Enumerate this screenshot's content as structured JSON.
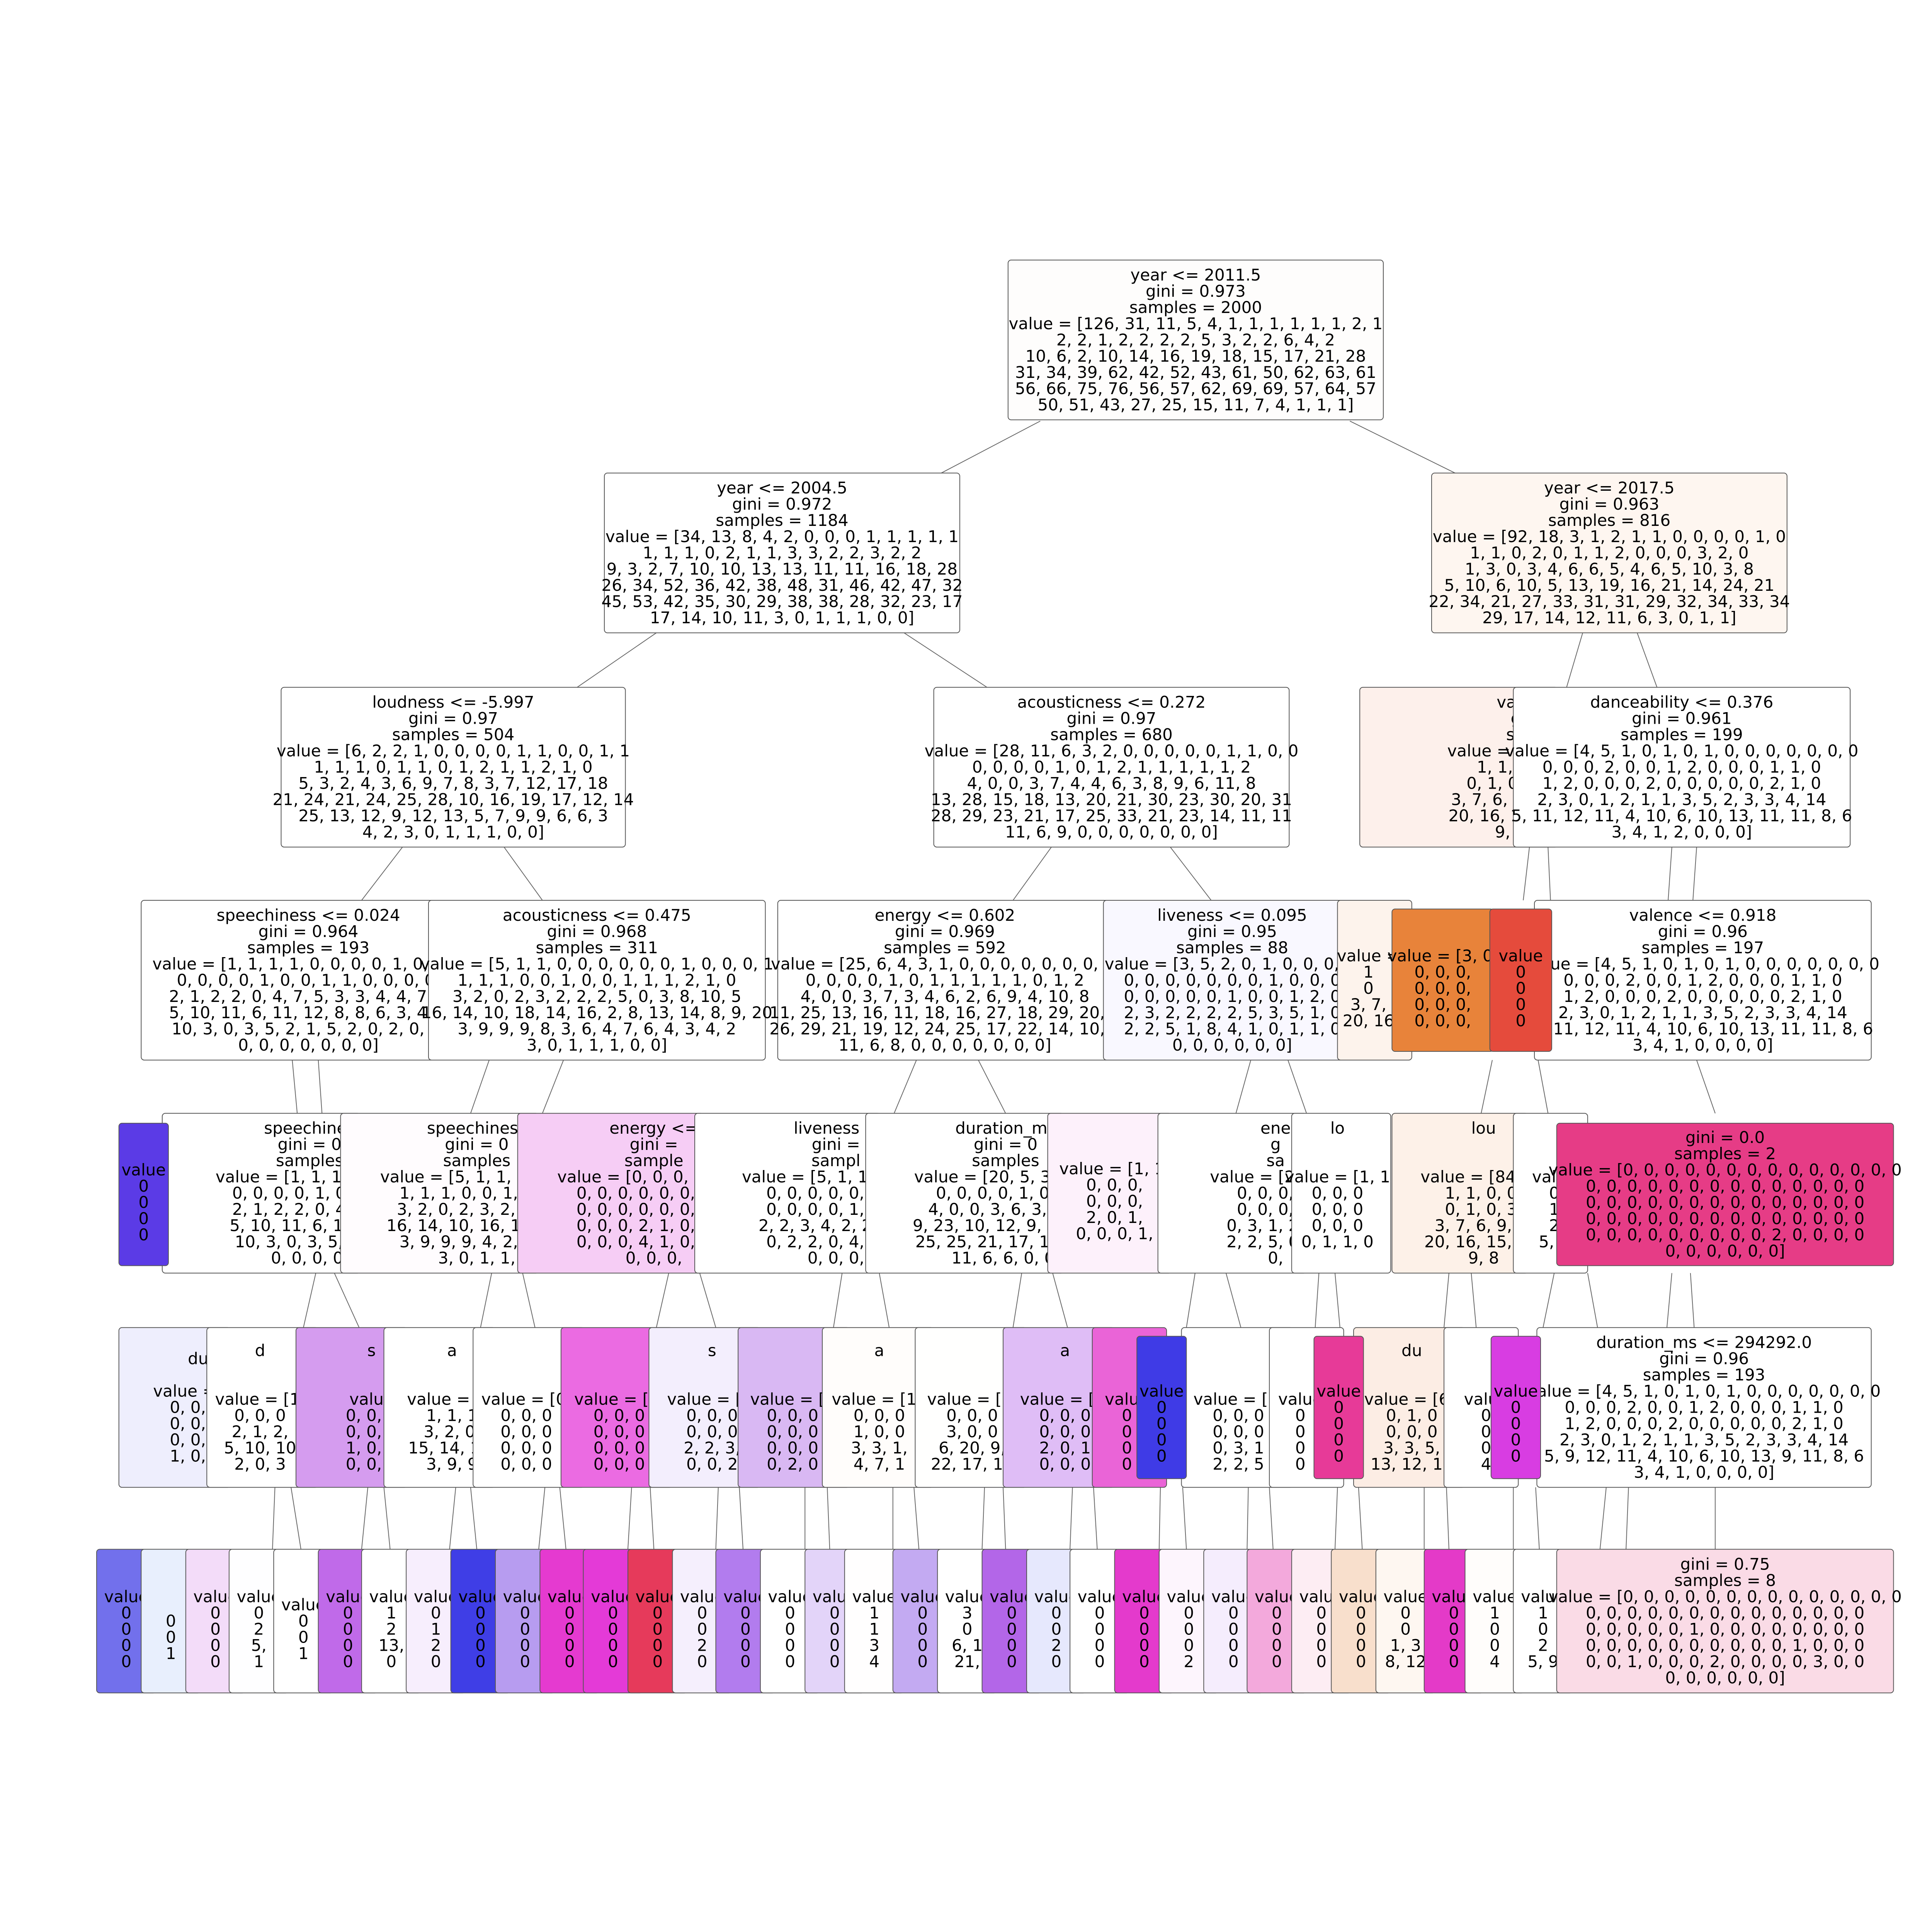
{
  "nodes": [
    {
      "id": "n0",
      "color": "#fefdfc",
      "lines": [
        "year <= 2011.5",
        "gini = 0.973",
        "samples = 2000",
        "value = [126, 31, 11, 5, 4, 1, 1, 1, 1, 1, 1, 2, 1",
        "2, 2, 1, 2, 2, 2, 2, 5, 3, 2, 2, 6, 4, 2",
        "10, 6, 2, 10, 14, 16, 19, 18, 15, 17, 21, 28",
        "31, 34, 39, 62, 42, 52, 43, 61, 50, 62, 63, 61",
        "56, 66, 75, 76, 56, 57, 62, 69, 69, 57, 64, 57",
        "50, 51, 43, 27, 25, 15, 11, 7, 4, 1, 1, 1]"
      ]
    },
    {
      "id": "n1",
      "color": "#ffffff",
      "lines": [
        "year <= 2004.5",
        "gini = 0.972",
        "samples = 1184",
        "value = [34, 13, 8, 4, 2, 0, 0, 0, 1, 1, 1, 1, 1",
        "1, 1, 1, 0, 2, 1, 1, 3, 3, 2, 2, 3, 2, 2",
        "9, 3, 2, 7, 10, 10, 13, 13, 11, 11, 16, 18, 28",
        "26, 34, 52, 36, 42, 38, 48, 31, 46, 42, 47, 32",
        "45, 53, 42, 35, 30, 29, 38, 38, 28, 32, 23, 17",
        "17, 14, 10, 11, 3, 0, 1, 1, 1, 0, 0]"
      ]
    },
    {
      "id": "n2",
      "color": "#fef6f0",
      "lines": [
        "year <= 2017.5",
        "gini = 0.963",
        "samples = 816",
        "value = [92, 18, 3, 1, 2, 1, 1, 0, 0, 0, 0, 1, 0",
        "1, 1, 0, 2, 0, 1, 1, 2, 0, 0, 0, 3, 2, 0",
        "1, 3, 0, 3, 4, 6, 6, 5, 4, 6, 5, 10, 3, 8",
        "5, 10, 6, 10, 5, 13, 19, 16, 21, 14, 24, 21",
        "22, 34, 21, 27, 33, 31, 31, 29, 32, 34, 33, 34",
        "29, 17, 14, 12, 11, 6, 3, 0, 1, 1]"
      ]
    },
    {
      "id": "n3",
      "color": "#ffffff",
      "lines": [
        "loudness <= -5.997",
        "gini = 0.97",
        "samples = 504",
        "value = [6, 2, 2, 1, 0, 0, 0, 0, 1, 1, 0, 0, 1, 1",
        "1, 1, 1, 0, 1, 1, 0, 1, 2, 1, 1, 2, 1, 0",
        "5, 3, 2, 4, 3, 6, 9, 7, 8, 3, 7, 12, 17, 18",
        "21, 24, 21, 24, 25, 28, 10, 16, 19, 17, 12, 14",
        "25, 13, 12, 9, 12, 13, 5, 7, 9, 9, 6, 6, 3",
        "4, 2, 3, 0, 1, 1, 1, 0, 0]"
      ]
    },
    {
      "id": "n4",
      "color": "#ffffff",
      "lines": [
        "acousticness <= 0.272",
        "gini = 0.97",
        "samples = 680",
        "value = [28, 11, 6, 3, 2, 0, 0, 0, 0, 0, 1, 1, 0, 0",
        "0, 0, 0, 0, 1, 0, 1, 2, 1, 1, 1, 1, 1, 2",
        "4, 0, 0, 3, 7, 4, 4, 6, 3, 8, 9, 6, 11, 8",
        "13, 28, 15, 18, 13, 20, 21, 30, 23, 30, 20, 31",
        "28, 29, 23, 21, 17, 25, 33, 21, 23, 14, 11, 11",
        "11, 6, 9, 0, 0, 0, 0, 0, 0, 0]"
      ]
    },
    {
      "id": "n5",
      "color": "#fdf0eb",
      "lines": [
        "valenc",
        "gin",
        "sam",
        "value = [88, 13, 2,",
        "1, 1, 0, 0, 1",
        "0, 1, 0, 3, 4, 4",
        "3, 7, 6, 9, 3, 12, 1",
        "20, 16, 16, 21, 20,",
        "9, 8, 9,"
      ]
    },
    {
      "id": "n6",
      "color": "#ffffff",
      "lines": [
        "danceability <= 0.376",
        "gini = 0.961",
        "samples = 199",
        "value = [4, 5, 1, 0, 1, 0, 1, 0, 0, 0, 0, 0, 0, 0",
        "0, 0, 0, 2, 0, 0, 1, 2, 0, 0, 0, 1, 1, 0",
        "1, 2, 0, 0, 0, 2, 0, 0, 0, 0, 0, 2, 1, 0",
        "2, 3, 0, 1, 2, 1, 1, 3, 5, 2, 3, 3, 4, 14",
        "5, 11, 12, 11, 4, 10, 6, 10, 13, 11, 11, 8, 6",
        "3, 4, 1, 2, 0, 0, 0]"
      ]
    },
    {
      "id": "n7",
      "color": "#ffffff",
      "lines": [
        "speechiness <= 0.024",
        "gini = 0.964",
        "samples = 193",
        "value = [1, 1, 1, 1, 0, 0, 0, 0, 1, 0, 0, 0",
        "0, 0, 0, 0, 1, 0, 0, 1, 1, 0, 0, 0, 0,",
        "2, 1, 2, 2, 0, 4, 7, 5, 3, 3, 4, 4, 7, 1",
        "5, 10, 11, 6, 11, 12, 8, 8, 6, 3, 4, 5",
        "10, 3, 0, 3, 5, 2, 1, 5, 2, 0, 2, 0, 0,",
        "0, 0, 0, 0, 0, 0, 0]"
      ]
    },
    {
      "id": "n8",
      "color": "#ffffff",
      "lines": [
        "acousticness <= 0.475",
        "gini = 0.968",
        "samples = 311",
        "value = [5, 1, 1, 0, 0, 0, 0, 0, 0, 1, 0, 0, 0, 1",
        "1, 1, 1, 0, 0, 1, 0, 0, 1, 1, 1, 2, 1, 0",
        "3, 2, 0, 2, 3, 2, 2, 2, 5, 0, 3, 8, 10, 5",
        "16, 14, 10, 18, 14, 16, 2, 8, 13, 14, 8, 9, 20",
        "3, 9, 9, 9, 8, 3, 6, 4, 7, 6, 4, 3, 4, 2",
        "3, 0, 1, 1, 1, 0, 0]"
      ]
    },
    {
      "id": "n9",
      "color": "#ffffff",
      "lines": [
        "energy <= 0.602",
        "gini = 0.969",
        "samples = 592",
        "value = [25, 6, 4, 3, 1, 0, 0, 0, 0, 0, 0, 0, 0,",
        "0, 0, 0, 0, 1, 0, 1, 1, 1, 1, 1, 0, 1, 2",
        "4, 0, 0, 3, 7, 3, 4, 6, 2, 6, 9, 4, 10, 8",
        "11, 25, 13, 16, 11, 18, 16, 27, 18, 29, 20, 2",
        "26, 29, 21, 19, 12, 24, 25, 17, 22, 14, 10, 1",
        "11, 6, 8, 0, 0, 0, 0, 0, 0, 0]"
      ]
    },
    {
      "id": "n10",
      "color": "#f9f8ff",
      "lines": [
        "liveness <= 0.095",
        "gini = 0.95",
        "samples = 88",
        "value = [3, 5, 2, 0, 1, 0, 0, 0, 0,",
        "0, 0, 0, 0, 0, 0, 0, 1, 0, 0, 0",
        "0, 0, 0, 0, 0, 1, 0, 0, 1, 2, 0",
        "2, 3, 2, 2, 2, 2, 5, 3, 5, 1, 0",
        "2, 2, 5, 1, 8, 4, 1, 0, 1, 1, 0",
        "0, 0, 0, 0, 0, 0]"
      ]
    },
    {
      "id": "n11",
      "color": "#fdf3ec",
      "lines": [
        "",
        "value =",
        "1",
        "0",
        "3, 7,",
        "20, 16"
      ]
    },
    {
      "id": "n12",
      "color": "#e8833a",
      "lines": [
        "",
        "value = [3, 0,",
        "0, 0, 0,",
        "0, 0, 0,",
        "0, 0, 0,",
        "0, 0, 0,"
      ]
    },
    {
      "id": "n13",
      "color": "#e54b3c",
      "lines": [
        "",
        "value",
        "0",
        "0",
        "0",
        "0"
      ]
    },
    {
      "id": "n14",
      "color": "#ffffff",
      "lines": [
        "valence <= 0.918",
        "gini = 0.96",
        "samples = 197",
        "value = [4, 5, 1, 0, 1, 0, 1, 0, 0, 0, 0, 0, 0, 0",
        "0, 0, 0, 2, 0, 0, 1, 2, 0, 0, 0, 1, 1, 0",
        "1, 2, 0, 0, 0, 2, 0, 0, 0, 0, 0, 2, 1, 0",
        "2, 3, 0, 1, 2, 1, 1, 3, 5, 2, 3, 3, 4, 14",
        "5, 11, 12, 11, 4, 10, 6, 10, 13, 11, 11, 8, 6",
        "3, 4, 1, 0, 0, 0, 0]"
      ]
    },
    {
      "id": "n15",
      "color": "#5b3be6",
      "lines": [
        "",
        "value",
        "0",
        "0",
        "0",
        "0"
      ]
    },
    {
      "id": "n16",
      "color": "#ffffff",
      "lines": [
        "speechines",
        "gini = 0",
        "samples",
        "value = [1, 1, 1, 1, 0, 0",
        "0, 0, 0, 0, 1, 0, 0, 1",
        "2, 1, 2, 2, 0, 4, 7, 5",
        "5, 10, 11, 6, 11, 12,",
        "10, 3, 0, 3, 5, 2, 1,",
        "0, 0, 0, 0,"
      ]
    },
    {
      "id": "n17",
      "color": "#fffcfe",
      "lines": [
        "speechiness",
        "gini = 0",
        "samples",
        "value = [5, 1, 1, 0, 0, 0,",
        "1, 1, 1, 0, 0, 1, 0, 0",
        "3, 2, 0, 2, 3, 2, 2, 2,",
        "16, 14, 10, 16, 13, 16,",
        "3, 9, 9, 9, 4, 2, 6, 4",
        "3, 0, 1, 1,"
      ]
    },
    {
      "id": "n18",
      "color": "#f6cdf5",
      "lines": [
        "energy <=",
        "gini =",
        "sample",
        "value = [0, 0, 0, 0, 0, 0,",
        "0, 0, 0, 0, 0, 0, 0, 0",
        "0, 0, 0, 0, 0, 0, 0, 0",
        "0, 0, 0, 2, 1, 0, 0, 0",
        "0, 0, 0, 4, 1, 0, 0, 0",
        "0, 0, 0,"
      ]
    },
    {
      "id": "n19",
      "color": "#ffffff",
      "lines": [
        "liveness <",
        "gini =",
        "sampl",
        "value = [5, 1, 1, 1, 1, 0",
        "0, 0, 0, 0, 0, 0, 0,",
        "0, 0, 0, 0, 1, 0, 0,",
        "2, 2, 3, 4, 2, 2, 3, 1",
        "0, 2, 2, 0, 4, 2, 2,",
        "0, 0, 0,"
      ]
    },
    {
      "id": "n20",
      "color": "#ffffff",
      "lines": [
        "duration_ms",
        "gini = 0",
        "samples",
        "value = [20, 5, 3, 2, 0,",
        "0, 0, 0, 0, 1, 0, 1,",
        "4, 0, 0, 3, 6, 3, 4, 5",
        "9, 23, 10, 12, 9, 16, 13",
        "25, 25, 21, 17, 10, 24,",
        "11, 6, 6, 0, 0,"
      ]
    },
    {
      "id": "n21",
      "color": "#fdf1fb",
      "lines": [
        "",
        "value = [1, 1,",
        "0, 0, 0,",
        "0, 0, 0,",
        "2, 0, 1,",
        "0, 0, 0, 1,"
      ]
    },
    {
      "id": "n22",
      "color": "#ffffff",
      "lines": [
        "ene",
        "g",
        "sa",
        "value = [2, 4, 2,",
        "0, 0, 0, 0,",
        "0, 0, 0, 0,",
        "0, 3, 1, 2, 2,",
        "2, 2, 5, 0, 1,",
        "0,"
      ]
    },
    {
      "id": "n23",
      "color": "#ffffff",
      "lines": [
        "lo",
        "",
        "",
        "value = [1, 1",
        "0, 0, 0",
        "0, 0, 0",
        "0, 0, 0",
        "0, 1, 1, 0",
        ""
      ]
    },
    {
      "id": "n24",
      "color": "#fdf1e8",
      "lines": [
        "lou",
        "",
        "",
        "value = [84, 12",
        "1, 1, 0, 0,",
        "0, 1, 0, 3,",
        "3, 7, 6, 9, 3,",
        "20, 16, 15, 20,",
        "9, 8"
      ]
    },
    {
      "id": "n25",
      "color": "#ffffff",
      "lines": [
        "",
        "",
        "",
        "value",
        "0",
        "1",
        "2",
        "5, 1",
        ""
      ]
    },
    {
      "id": "n26",
      "color": "#e63c86",
      "lines": [
        "gini = 0.0",
        "samples = 2",
        "value = [0, 0, 0, 0, 0, 0, 0, 0, 0, 0, 0, 0, 0, 0",
        "0, 0, 0, 0, 0, 0, 0, 0, 0, 0, 0, 0, 0, 0",
        "0, 0, 0, 0, 0, 0, 0, 0, 0, 0, 0, 0, 0, 0",
        "0, 0, 0, 0, 0, 0, 0, 0, 0, 0, 0, 0, 0, 0",
        "0, 0, 0, 0, 0, 0, 0, 0, 0, 2, 0, 0, 0, 0",
        "0, 0, 0, 0, 0, 0]"
      ]
    },
    {
      "id": "n27",
      "color": "#eeeefd",
      "lines": [
        "du",
        "",
        "value = [0,",
        "0, 0, 0,",
        "0, 0, 0,",
        "0, 0, 1,",
        "1, 0, 0,"
      ]
    },
    {
      "id": "n28",
      "color": "#ffffff",
      "lines": [
        "d",
        "",
        "",
        "value = [1,",
        "0, 0, 0",
        "2, 1, 2,",
        "5, 10, 10",
        "2, 0, 3"
      ]
    },
    {
      "id": "n29",
      "color": "#d59cef",
      "lines": [
        "s",
        "",
        "",
        "value",
        "0, 0, 0",
        "0, 0, 0",
        "1, 0, 0",
        "0, 0, 1"
      ]
    },
    {
      "id": "n30",
      "color": "#ffffff",
      "lines": [
        "a",
        "",
        "",
        "value = [5,",
        "1, 1, 1",
        "3, 2, 0,",
        "15, 14, 10,",
        "3, 9, 9"
      ]
    },
    {
      "id": "n31",
      "color": "#ffffff",
      "lines": [
        "",
        "",
        "",
        "value = [0,",
        "0, 0, 0",
        "0, 0, 0",
        "0, 0, 0",
        "0, 0, 0"
      ]
    },
    {
      "id": "n32",
      "color": "#eb6be2",
      "lines": [
        "",
        "",
        "",
        "value = [0,",
        "0, 0, 0",
        "0, 0, 0",
        "0, 0, 0",
        "0, 0, 0"
      ]
    },
    {
      "id": "n33",
      "color": "#f3eefd",
      "lines": [
        "s",
        "",
        "",
        "value = [4,",
        "0, 0, 0",
        "0, 0, 0",
        "2, 2, 3,",
        "0, 0, 2"
      ]
    },
    {
      "id": "n34",
      "color": "#d9b8f3",
      "lines": [
        "",
        "",
        "",
        "value = [1",
        "0, 0, 0",
        "0, 0, 0",
        "0, 0, 0",
        "0, 2, 0"
      ]
    },
    {
      "id": "n35",
      "color": "#fffdfb",
      "lines": [
        "a",
        "",
        "",
        "value = [13",
        "0, 0, 0",
        "1, 0, 0",
        "3, 3, 1,",
        "4, 7, 1"
      ]
    },
    {
      "id": "n36",
      "color": "#fffffe",
      "lines": [
        "",
        "",
        "",
        "value = [7,",
        "0, 0, 0",
        "3, 0, 0",
        "6, 20, 9,",
        "22, 17, 10"
      ]
    },
    {
      "id": "n37",
      "color": "#dfbdf6",
      "lines": [
        "a",
        "",
        "",
        "value = [1,",
        "0, 0, 0",
        "0, 0, 0",
        "2, 0, 1",
        "0, 0, 0"
      ]
    },
    {
      "id": "n38",
      "color": "#ea64d7",
      "lines": [
        "",
        "",
        "",
        "value",
        "0",
        "0",
        "0",
        "0"
      ]
    },
    {
      "id": "n39",
      "color": "#3f3be6",
      "lines": [
        "",
        "",
        "value",
        "0",
        "0",
        "0",
        "0"
      ]
    },
    {
      "id": "n40",
      "color": "#ffffff",
      "lines": [
        "",
        "",
        "",
        "value = [2,",
        "0, 0, 0",
        "0, 0, 0",
        "0, 3, 1",
        "2, 2, 5"
      ]
    },
    {
      "id": "n41",
      "color": "#ffffff",
      "lines": [
        "",
        "",
        "",
        "value",
        "0",
        "0",
        "0",
        "0"
      ]
    },
    {
      "id": "n42",
      "color": "#e73a98",
      "lines": [
        "",
        "",
        "value",
        "0",
        "0",
        "0",
        "0"
      ]
    },
    {
      "id": "n43",
      "color": "#fcede4",
      "lines": [
        "du",
        "",
        "",
        "value = [69",
        "0, 1, 0",
        "0, 0, 0",
        "3, 3, 5,",
        "13, 12, 12"
      ]
    },
    {
      "id": "n44",
      "color": "#ffffff",
      "lines": [
        "",
        "",
        "",
        "value",
        "0",
        "0",
        "0",
        "4"
      ]
    },
    {
      "id": "n45",
      "color": "#d83de2",
      "lines": [
        "",
        "",
        "value",
        "0",
        "0",
        "0",
        "0"
      ]
    },
    {
      "id": "n46",
      "color": "#ffffff",
      "lines": [
        "duration_ms <= 294292.0",
        "gini = 0.96",
        "samples = 193",
        "value = [4, 5, 1, 0, 1, 0, 1, 0, 0, 0, 0, 0, 0, 0",
        "0, 0, 0, 2, 0, 0, 1, 2, 0, 0, 0, 1, 1, 0",
        "1, 2, 0, 0, 0, 2, 0, 0, 0, 0, 0, 2, 1, 0",
        "2, 3, 0, 1, 2, 1, 1, 3, 5, 2, 3, 3, 4, 14",
        "5, 9, 12, 11, 4, 10, 6, 10, 13, 9, 11, 8, 6",
        "3, 4, 1, 0, 0, 0, 0]"
      ]
    },
    {
      "id": "l0",
      "color": "#7270ec",
      "lines": [
        "",
        "value",
        "0",
        "0",
        "0",
        "0"
      ]
    },
    {
      "id": "l1",
      "color": "#e8effd",
      "lines": [
        "",
        "",
        "0",
        "0",
        "1"
      ]
    },
    {
      "id": "l2",
      "color": "#f3dcf9",
      "lines": [
        "",
        "value",
        "0",
        "0",
        "0",
        "0"
      ]
    },
    {
      "id": "l3",
      "color": "#fefeff",
      "lines": [
        "",
        "value",
        "0",
        "2",
        "5,",
        "1"
      ]
    },
    {
      "id": "l4",
      "color": "#ffffff",
      "lines": [
        "",
        "value",
        "0",
        "0",
        "1"
      ]
    },
    {
      "id": "l5",
      "color": "#c06ae9",
      "lines": [
        "",
        "value",
        "0",
        "0",
        "0",
        "0"
      ]
    },
    {
      "id": "l6",
      "color": "#ffffff",
      "lines": [
        "",
        "value",
        "1",
        "2",
        "13,",
        "0"
      ]
    },
    {
      "id": "l7",
      "color": "#f7eefd",
      "lines": [
        "",
        "value",
        "0",
        "1",
        "2",
        "0"
      ]
    },
    {
      "id": "l8",
      "color": "#3f3ee6",
      "lines": [
        "",
        "value",
        "0",
        "0",
        "0",
        "0"
      ]
    },
    {
      "id": "l9",
      "color": "#b79cf0",
      "lines": [
        "",
        "value",
        "0",
        "0",
        "0",
        "0"
      ]
    },
    {
      "id": "l10",
      "color": "#e53ad0",
      "lines": [
        "",
        "value",
        "0",
        "0",
        "0",
        "0"
      ]
    },
    {
      "id": "l11",
      "color": "#e43ad7",
      "lines": [
        "",
        "value",
        "0",
        "0",
        "0",
        "0"
      ]
    },
    {
      "id": "l12",
      "color": "#e63a5b",
      "lines": [
        "",
        "value",
        "0",
        "0",
        "0",
        "0"
      ]
    },
    {
      "id": "l13",
      "color": "#f5effd",
      "lines": [
        "",
        "value",
        "0",
        "0",
        "2",
        "0"
      ]
    },
    {
      "id": "l14",
      "color": "#b27cee",
      "lines": [
        "",
        "value",
        "0",
        "0",
        "0",
        "0"
      ]
    },
    {
      "id": "l15",
      "color": "#ffffff",
      "lines": [
        "",
        "value",
        "0",
        "0",
        "0",
        "0"
      ]
    },
    {
      "id": "l16",
      "color": "#e3d4f9",
      "lines": [
        "",
        "value",
        "0",
        "0",
        "0",
        "0"
      ]
    },
    {
      "id": "l17",
      "color": "#fffefe",
      "lines": [
        "",
        "value",
        "1",
        "1",
        "3",
        "4"
      ]
    },
    {
      "id": "l18",
      "color": "#c3aaf2",
      "lines": [
        "",
        "value",
        "0",
        "0",
        "0",
        "0"
      ]
    },
    {
      "id": "l19",
      "color": "#ffffff",
      "lines": [
        "",
        "value",
        "3",
        "0",
        "6, 1",
        "21,"
      ]
    },
    {
      "id": "l20",
      "color": "#b366e8",
      "lines": [
        "",
        "value",
        "0",
        "0",
        "0",
        "0"
      ]
    },
    {
      "id": "l21",
      "color": "#e6e8fd",
      "lines": [
        "",
        "value",
        "0",
        "0",
        "2",
        "0"
      ]
    },
    {
      "id": "l22",
      "color": "#ffffff",
      "lines": [
        "",
        "value",
        "0",
        "0",
        "0",
        "0"
      ]
    },
    {
      "id": "l23",
      "color": "#e43acc",
      "lines": [
        "",
        "value",
        "0",
        "0",
        "0",
        "0"
      ]
    },
    {
      "id": "l24",
      "color": "#fdf5fd",
      "lines": [
        "",
        "value",
        "0",
        "0",
        "0",
        "2"
      ]
    },
    {
      "id": "l25",
      "color": "#f5edfd",
      "lines": [
        "",
        "value",
        "0",
        "0",
        "0",
        "0"
      ]
    },
    {
      "id": "l26",
      "color": "#f3a9dc",
      "lines": [
        "",
        "value",
        "0",
        "0",
        "0",
        "0"
      ]
    },
    {
      "id": "l27",
      "color": "#fdedf3",
      "lines": [
        "",
        "value",
        "0",
        "0",
        "0",
        "0"
      ]
    },
    {
      "id": "l28",
      "color": "#f8dfcc",
      "lines": [
        "",
        "value",
        "0",
        "0",
        "0",
        "0"
      ]
    },
    {
      "id": "l29",
      "color": "#fef7f1",
      "lines": [
        "",
        "value",
        "0",
        "0",
        "1, 3",
        "8, 12"
      ]
    },
    {
      "id": "l30",
      "color": "#e43ac8",
      "lines": [
        "",
        "value",
        "0",
        "0",
        "0",
        "0"
      ]
    },
    {
      "id": "l31",
      "color": "#fffdfb",
      "lines": [
        "",
        "value",
        "1",
        "0",
        "0",
        "4"
      ]
    },
    {
      "id": "l32",
      "color": "#ffffff",
      "lines": [
        "",
        "value",
        "1",
        "0",
        "2",
        "5, 9"
      ]
    },
    {
      "id": "l33",
      "color": "#fadbe6",
      "lines": [
        "gini = 0.75",
        "samples = 8",
        "value = [0, 0, 0, 0, 0, 0, 0, 0, 0, 0, 0, 0, 0, 0",
        "0, 0, 0, 0, 0, 0, 0, 0, 0, 0, 0, 0, 0, 0",
        "0, 0, 0, 0, 0, 1, 0, 0, 0, 0, 0, 0, 0, 0",
        "0, 0, 0, 0, 0, 0, 0, 0, 0, 0, 1, 0, 0, 0",
        "0, 0, 1, 0, 0, 0, 2, 0, 0, 0, 0, 3, 0, 0",
        "0, 0, 0, 0, 0, 0]"
      ]
    }
  ]
}
